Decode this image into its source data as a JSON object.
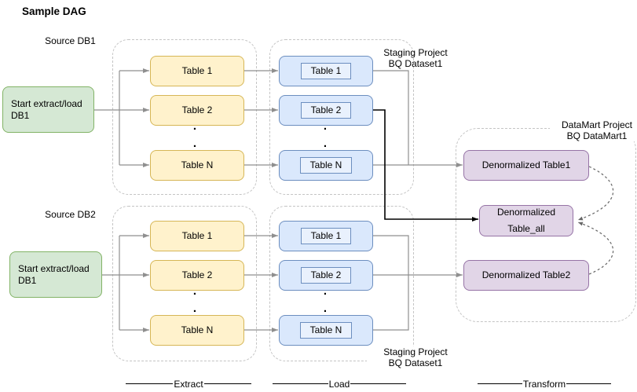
{
  "title": "Sample DAG",
  "rows": [
    {
      "source_label": "Source DB1",
      "start_node": {
        "line1": "Start extract/load",
        "line2": "DB1"
      },
      "extract_tables": [
        "Table 1",
        "Table 2",
        "Table N"
      ],
      "load_tables": [
        "Table 1",
        "Table 2",
        "Table N"
      ]
    },
    {
      "source_label": "Source DB2",
      "start_node": {
        "line1": "Start extract/load",
        "line2": "DB1"
      },
      "extract_tables": [
        "Table 1",
        "Table 2",
        "Table N"
      ],
      "load_tables": [
        "Table 1",
        "Table 2",
        "Table N"
      ]
    }
  ],
  "staging_label_top": {
    "line1": "Staging Project",
    "line2": "BQ Dataset1"
  },
  "staging_label_bottom": {
    "line1": "Staging Project",
    "line2": "BQ Dataset1"
  },
  "datamart_label": {
    "line1": "DataMart Project",
    "line2": "BQ DataMart1"
  },
  "datamart_nodes": {
    "denormalized_table1": "Denormalized Table1",
    "denormalized_table_all": {
      "line1": "Denormalized",
      "line2": "Table_all"
    },
    "denormalized_table2": "Denormalized Table2"
  },
  "ellipsis_dot": ".",
  "legend": {
    "extract": "Extract",
    "load": "Load",
    "transform": "Transform"
  },
  "colors": {
    "start_fill": "#d5e8d4",
    "start_border": "#82b366",
    "extract_fill": "#fff2cc",
    "extract_border": "#d6b656",
    "load_fill": "#dae8fc",
    "load_border": "#6c8ebf",
    "datamart_fill": "#e1d5e7",
    "datamart_border": "#9673a6",
    "container_dash": "#c4c4c4",
    "connector_gray": "#8f8f8f",
    "connector_black": "#000000",
    "dashed_curve": "#666666"
  }
}
